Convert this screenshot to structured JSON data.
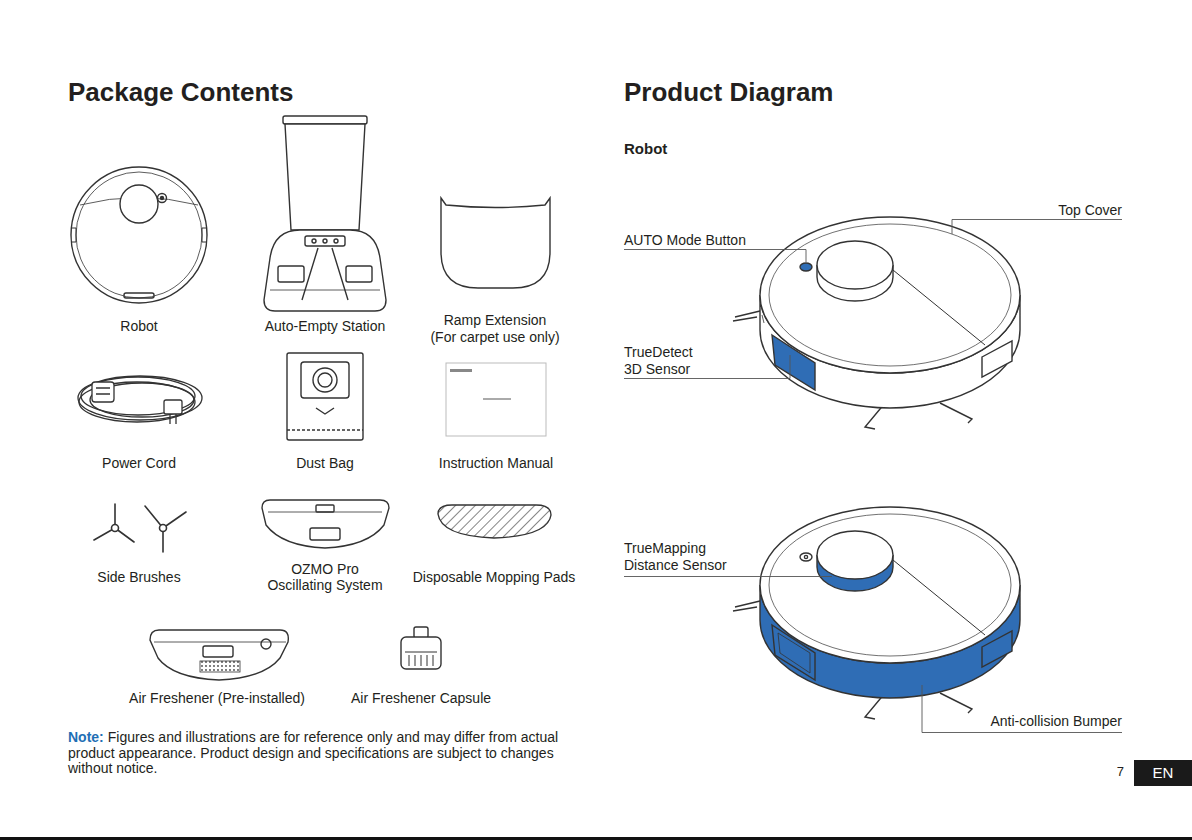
{
  "diagram": {
    "title": "Package Contents",
    "nodes": [
      {
        "text": [
          "EN"
        ]
      }
    ],
    "labels": [
      "Product Diagram",
      "Robot",
      "Auto-Empty Station",
      "Ramp Extension",
      "(For carpet use only)",
      "Power Cord",
      "Dust Bag",
      "Instruction Manual",
      "Side Brushes",
      "OZMO Pro",
      "Oscillating System",
      "Disposable Mopping Pads",
      "Air Freshener (Pre-installed)",
      "Air Freshener Capsule",
      "Note:",
      "Figures and illustrations are for reference only and may differ from actual product appearance. Product design and specifications are subject to changes without notice.",
      "Robot",
      "Top Cover",
      "AUTO Mode Button",
      "TrueDetect",
      "3D Sensor",
      "TrueMapping",
      "Distance Sensor",
      "Anti-collision Bumper",
      "7"
    ]
  }
}
